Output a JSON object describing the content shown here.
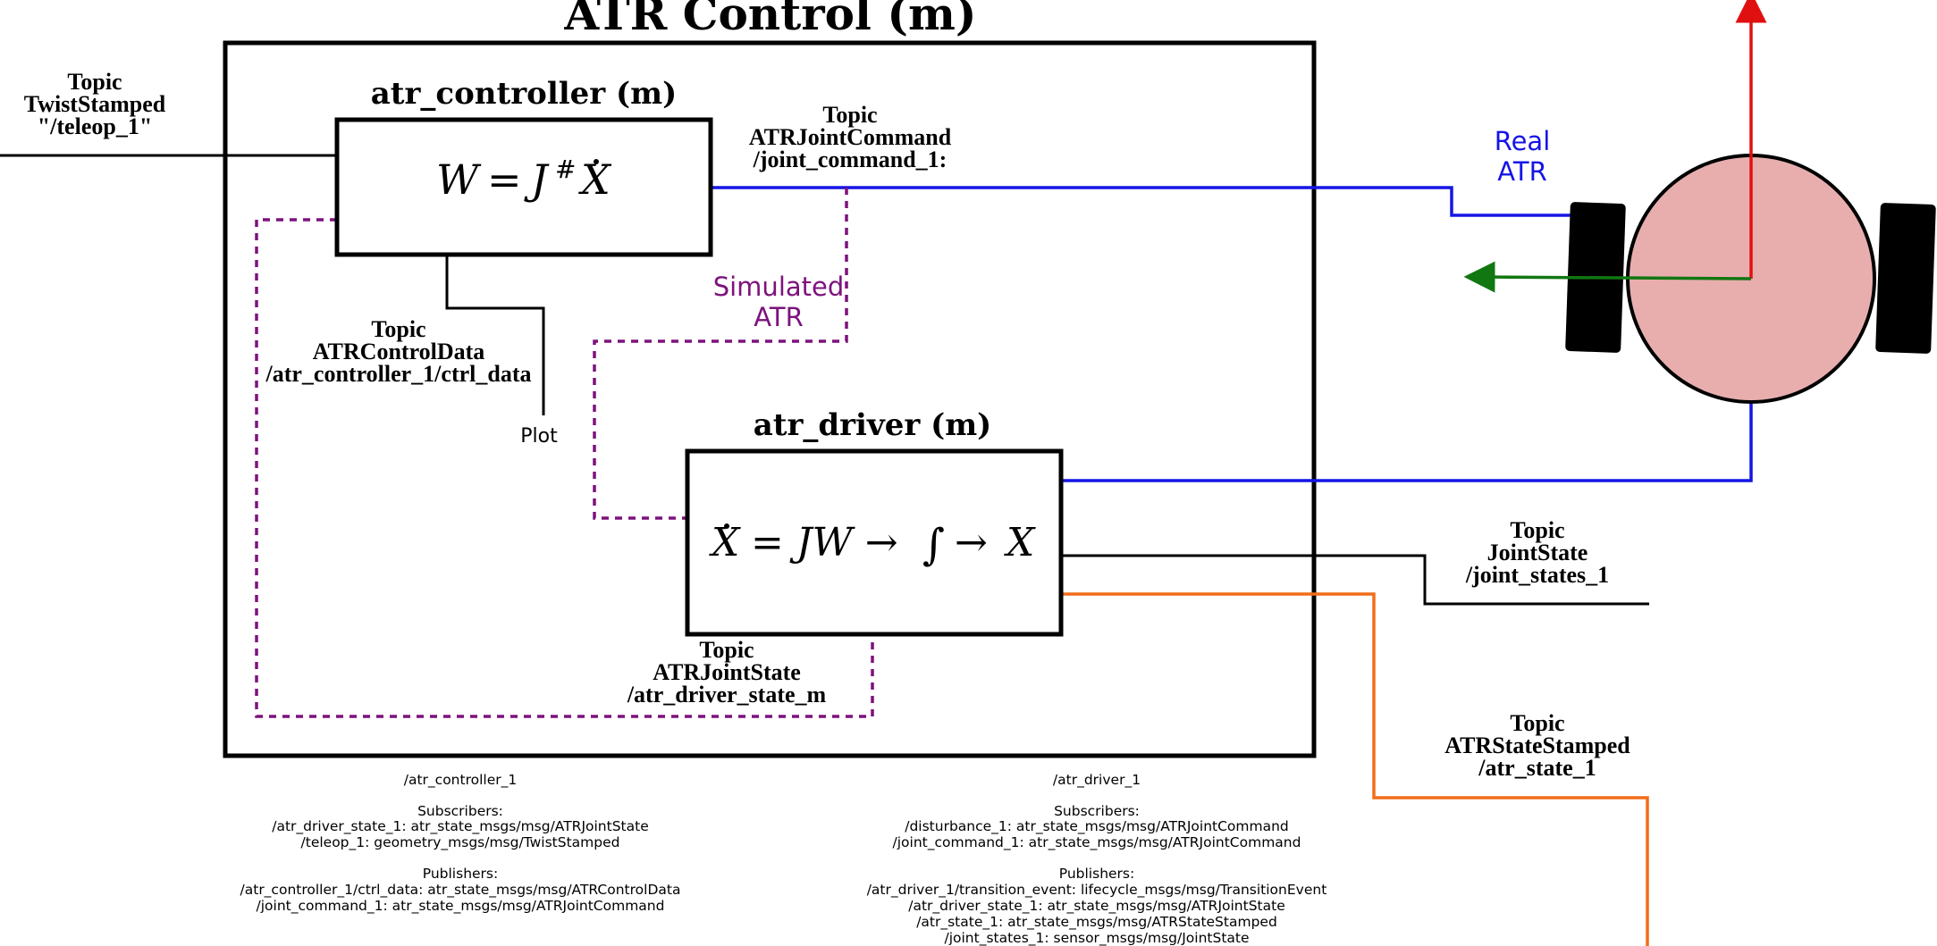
{
  "title": "ATR Control (m)",
  "colors": {
    "real_link": "#1515e6",
    "sim_link": "#7d127d",
    "state_link": "#f26d1a",
    "robot_body": "#e8aeae",
    "x_axis": "#e01010",
    "y_axis": "#117711"
  },
  "controller": {
    "title": "atr_controller (m)",
    "equation": {
      "lhs": "W",
      "eq": "=",
      "j": "J",
      "sup": "#",
      "x": "X"
    }
  },
  "driver": {
    "title": "atr_driver (m)",
    "equation": {
      "x": "X",
      "rhs": "= JW →",
      "integral": "∫",
      "arrow": "→",
      "out": "X"
    }
  },
  "topics": {
    "teleop": {
      "l1": "Topic",
      "l2": "TwistStamped",
      "l3": "\"/teleop_1\""
    },
    "joint_command": {
      "l1": "Topic",
      "l2": "ATRJointCommand",
      "l3": "/joint_command_1:"
    },
    "ctrl_data": {
      "l1": "Topic",
      "l2": "ATRControlData",
      "l3": "/atr_controller_1/ctrl_data"
    },
    "driver_state": {
      "l1": "Topic",
      "l2": "ATRJointState",
      "l3": "/atr_driver_state_m"
    },
    "joint_states": {
      "l1": "Topic",
      "l2": "JointState",
      "l3": "/joint_states_1"
    },
    "atr_state": {
      "l1": "Topic",
      "l2": "ATRStateStamped",
      "l3": "/atr_state_1"
    }
  },
  "labels": {
    "plot": "Plot",
    "simulated_1": "Simulated",
    "simulated_2": "ATR",
    "real_1": "Real",
    "real_2": "ATR"
  },
  "node_info": {
    "controller": {
      "name": "/atr_controller_1",
      "sub_header": "Subscribers:",
      "subscribers": [
        "/atr_driver_state_1: atr_state_msgs/msg/ATRJointState",
        "/teleop_1: geometry_msgs/msg/TwistStamped"
      ],
      "pub_header": "Publishers:",
      "publishers": [
        "/atr_controller_1/ctrl_data: atr_state_msgs/msg/ATRControlData",
        "/joint_command_1: atr_state_msgs/msg/ATRJointCommand"
      ]
    },
    "driver": {
      "name": "/atr_driver_1",
      "sub_header": "Subscribers:",
      "subscribers": [
        "/disturbance_1: atr_state_msgs/msg/ATRJointCommand",
        "/joint_command_1: atr_state_msgs/msg/ATRJointCommand"
      ],
      "pub_header": "Publishers:",
      "publishers": [
        "/atr_driver_1/transition_event: lifecycle_msgs/msg/TransitionEvent",
        "/atr_driver_state_1: atr_state_msgs/msg/ATRJointState",
        "/atr_state_1: atr_state_msgs/msg/ATRStateStamped",
        "/joint_states_1: sensor_msgs/msg/JointState"
      ]
    }
  }
}
